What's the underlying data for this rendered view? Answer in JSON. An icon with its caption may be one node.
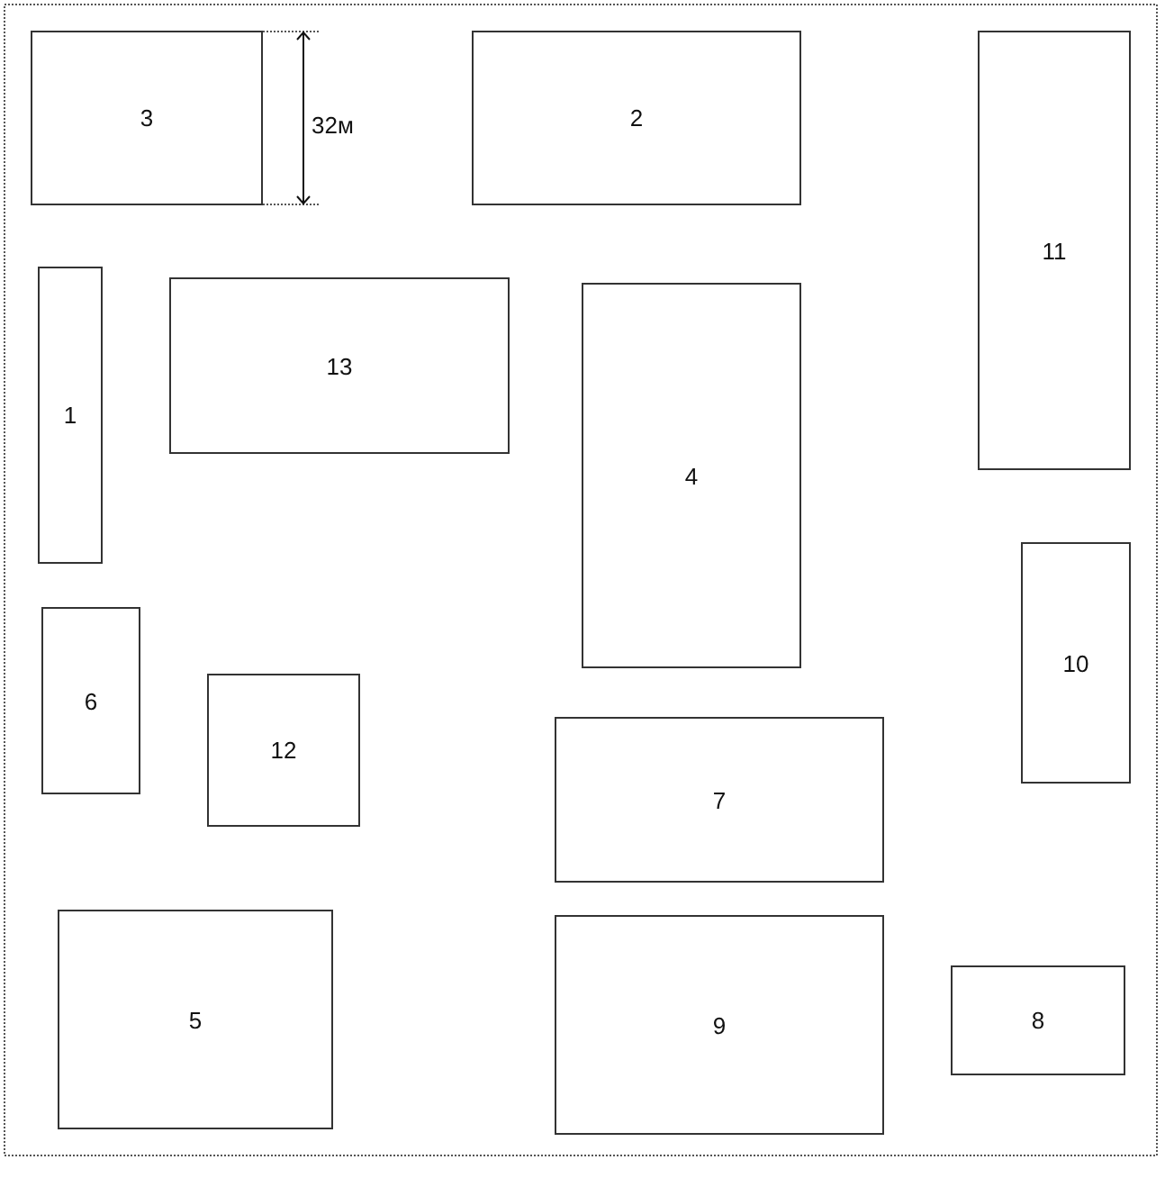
{
  "diagram": {
    "nodes": [
      {
        "text": [
          "3"
        ]
      },
      {
        "text": [
          "2"
        ]
      },
      {
        "text": [
          "11"
        ]
      },
      {
        "text": [
          "1"
        ]
      },
      {
        "text": [
          "13"
        ]
      },
      {
        "text": [
          "4"
        ]
      },
      {
        "text": [
          "10"
        ]
      },
      {
        "text": [
          "6"
        ]
      },
      {
        "text": [
          "12"
        ]
      },
      {
        "text": [
          "7"
        ]
      },
      {
        "text": [
          "5"
        ]
      },
      {
        "text": [
          "9"
        ]
      },
      {
        "text": [
          "8"
        ]
      }
    ],
    "edges": [],
    "labels": [
      "32м"
    ]
  }
}
